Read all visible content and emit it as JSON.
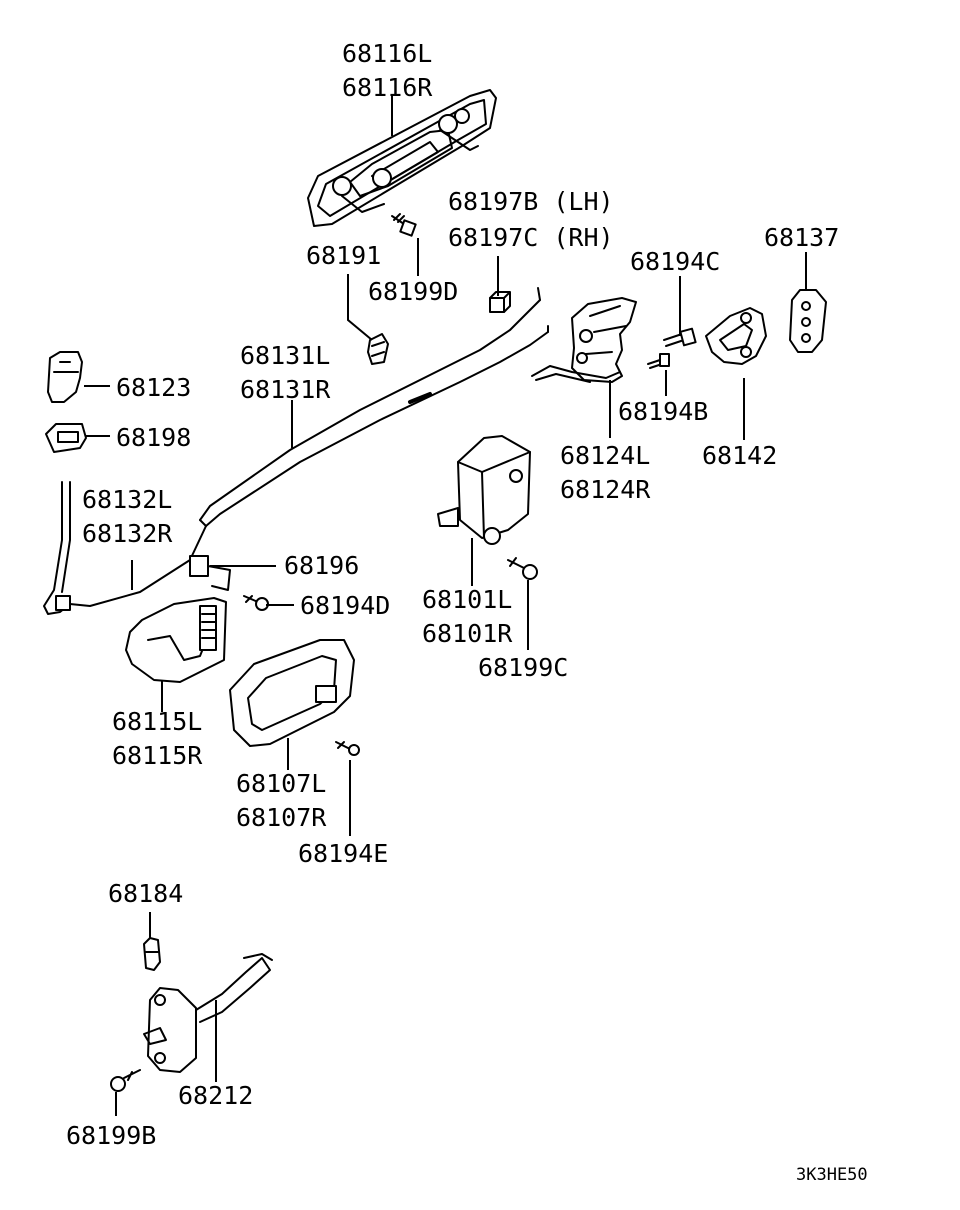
{
  "diagram_code": "3K3HE50",
  "parts": [
    {
      "id": "68116",
      "labels": [
        "68116L",
        "68116R"
      ]
    },
    {
      "id": "68197",
      "labels": [
        "68197B (LH)",
        "68197C (RH)"
      ]
    },
    {
      "id": "68191",
      "labels": [
        "68191"
      ]
    },
    {
      "id": "68199D",
      "labels": [
        "68199D"
      ]
    },
    {
      "id": "68137",
      "labels": [
        "68137"
      ]
    },
    {
      "id": "68194C",
      "labels": [
        "68194C"
      ]
    },
    {
      "id": "68131",
      "labels": [
        "68131L",
        "68131R"
      ]
    },
    {
      "id": "68123",
      "labels": [
        "68123"
      ]
    },
    {
      "id": "68198",
      "labels": [
        "68198"
      ]
    },
    {
      "id": "68194B",
      "labels": [
        "68194B"
      ]
    },
    {
      "id": "68124",
      "labels": [
        "68124L",
        "68124R"
      ]
    },
    {
      "id": "68142",
      "labels": [
        "68142"
      ]
    },
    {
      "id": "68132",
      "labels": [
        "68132L",
        "68132R"
      ]
    },
    {
      "id": "68196",
      "labels": [
        "68196"
      ]
    },
    {
      "id": "68194D",
      "labels": [
        "68194D"
      ]
    },
    {
      "id": "68101",
      "labels": [
        "68101L",
        "68101R"
      ]
    },
    {
      "id": "68199C",
      "labels": [
        "68199C"
      ]
    },
    {
      "id": "68115",
      "labels": [
        "68115L",
        "68115R"
      ]
    },
    {
      "id": "68107",
      "labels": [
        "68107L",
        "68107R"
      ]
    },
    {
      "id": "68194E",
      "labels": [
        "68194E"
      ]
    },
    {
      "id": "68184",
      "labels": [
        "68184"
      ]
    },
    {
      "id": "68212",
      "labels": [
        "68212"
      ]
    },
    {
      "id": "68199B",
      "labels": [
        "68199B"
      ]
    }
  ]
}
